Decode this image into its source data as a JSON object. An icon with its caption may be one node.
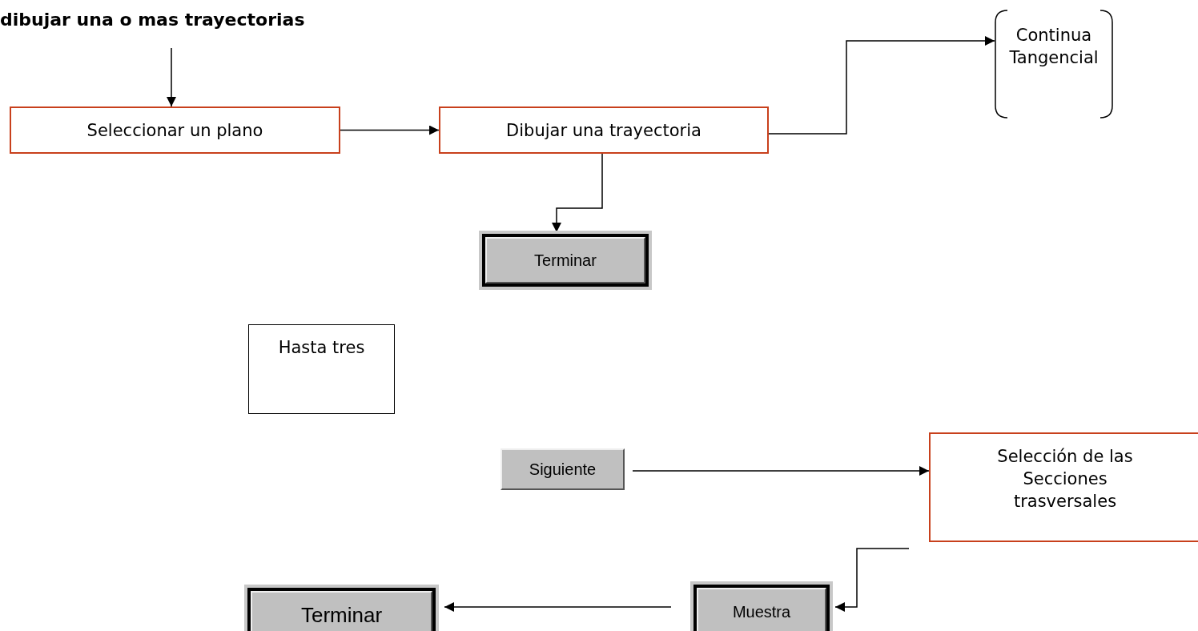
{
  "diagram": {
    "nodes": [
      {
        "text": [
          "dibujar una o mas trayectorias"
        ]
      },
      {
        "text": [
          "Seleccionar un plano"
        ]
      },
      {
        "text": [
          "Dibujar una trayectoria"
        ]
      },
      {
        "text": [
          "Continua Tangencial"
        ]
      },
      {
        "text": [
          "Terminar"
        ]
      },
      {
        "text": [
          "Hasta tres"
        ]
      },
      {
        "text": [
          "Siguiente"
        ]
      },
      {
        "text": [
          "Selección de las Secciones trasversales"
        ]
      },
      {
        "text": [
          "Muestra"
        ]
      },
      {
        "text": [
          "Terminar"
        ]
      }
    ],
    "edges": [
      {
        "from": 0,
        "to": 1,
        "arrow": "to"
      },
      {
        "from": 1,
        "to": 2,
        "arrow": "to"
      },
      {
        "from": 2,
        "to": 3,
        "arrow": "to"
      },
      {
        "from": 2,
        "to": 4,
        "arrow": "to"
      },
      {
        "from": 6,
        "to": 7,
        "arrow": "to"
      },
      {
        "from": 7,
        "to": 8,
        "arrow": "to"
      },
      {
        "from": 8,
        "to": 9,
        "arrow": "to"
      }
    ]
  }
}
